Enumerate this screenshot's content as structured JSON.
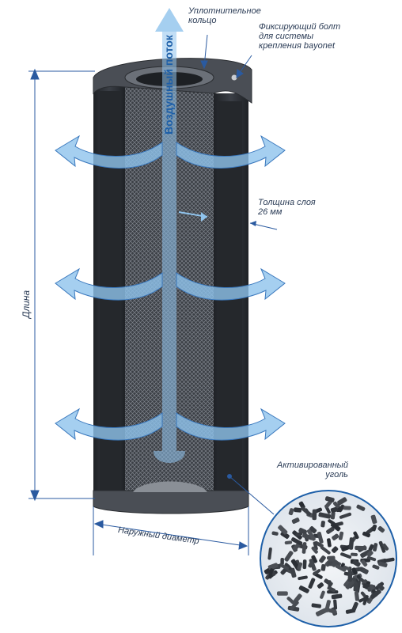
{
  "labels": {
    "air_flow": "Воздушный поток",
    "seal_ring_line1": "Уплотнительное",
    "seal_ring_line2": "кольцо",
    "bolt_line1": "Фиксирующий болт",
    "bolt_line2": "для системы",
    "bolt_line3": "крепления bayonet",
    "layer_line1": "Толщина слоя",
    "layer_line2": "26 мм",
    "length": "Длина",
    "carbon_line1": "Активированный",
    "carbon_line2": "уголь",
    "outer_diameter": "Наружный диаметр"
  },
  "colors": {
    "arrow_blue": "#8fc3ec",
    "arrow_dark": "#3a78bd",
    "text": "#2a3b55",
    "dim_line": "#2a5aa0",
    "filter_body": "#2b2e33",
    "mesh": "#6d7178",
    "carbon_circle_border": "#1d5fa8"
  }
}
